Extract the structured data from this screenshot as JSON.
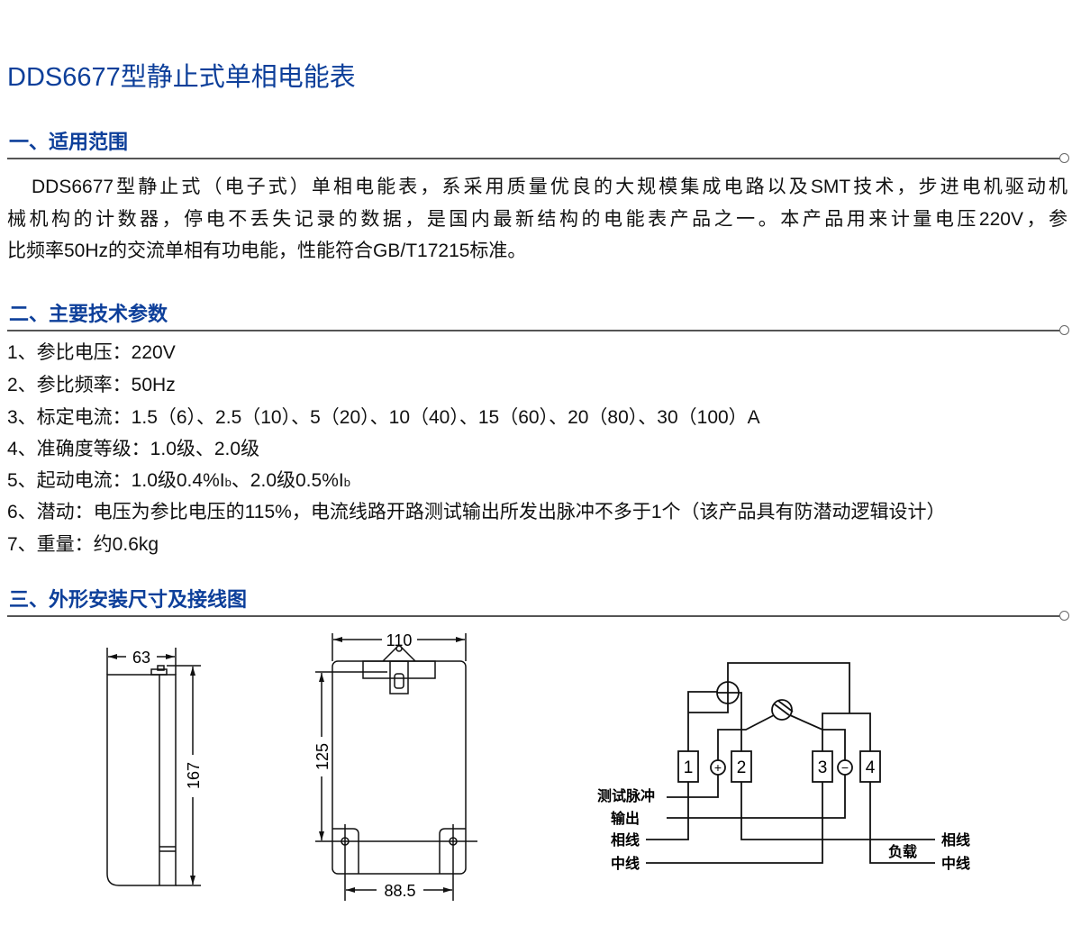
{
  "title": "DDS6677型静止式单相电能表",
  "sections": [
    {
      "heading": "一、适用范围"
    },
    {
      "heading": "二、主要技术参数"
    },
    {
      "heading": "三、外形安装尺寸及接线图"
    }
  ],
  "scope_lines": [
    "DDS6677型静止式（电子式）单相电能表，系采用质量优良的大规模集成电路以及SMT技术，步进电机驱动机",
    "械机构的计数器，停电不丢失记录的数据，是国内最新结构的电能表产品之一。本产品用来计量电压220V，参",
    "比频率50Hz的交流单相有功电能，性能符合GB/T17215标准。"
  ],
  "specs": [
    {
      "text": "1、参比电压：220V"
    },
    {
      "text": "2、参比频率：50Hz"
    },
    {
      "text": "3、标定电流：1.5（6）、2.5（10）、5（20）、10（40）、15（60）、20（80）、30（100）A"
    },
    {
      "text": "4、准确度等级：1.0级、2.0级"
    },
    {
      "p1": "5、起动电流：1.0级0.4%I",
      "s1": "b",
      "p2": "、2.0级0.5%I",
      "s2": "b"
    },
    {
      "text": "6、潜动：电压为参比电压的115%，电流线路开路测试输出所发出脉冲不多于1个（该产品具有防潜动逻辑设计）"
    },
    {
      "text": "7、重量：约0.6kg"
    }
  ],
  "side_view": {
    "depth": "63",
    "height": "167"
  },
  "front_view": {
    "width": "110",
    "mount_height": "125",
    "mount_width": "88.5"
  },
  "wiring": {
    "terminals": [
      "1",
      "2",
      "3",
      "4"
    ],
    "plus": "+",
    "minus": "−",
    "left_labels": {
      "pulse": "测试脉冲",
      "output": "输出",
      "phase": "相线",
      "neutral": "中线"
    },
    "right_labels": {
      "phase": "相线",
      "neutral": "中线",
      "load": "负载"
    }
  },
  "colors": {
    "accent": "#0d3f9a"
  }
}
